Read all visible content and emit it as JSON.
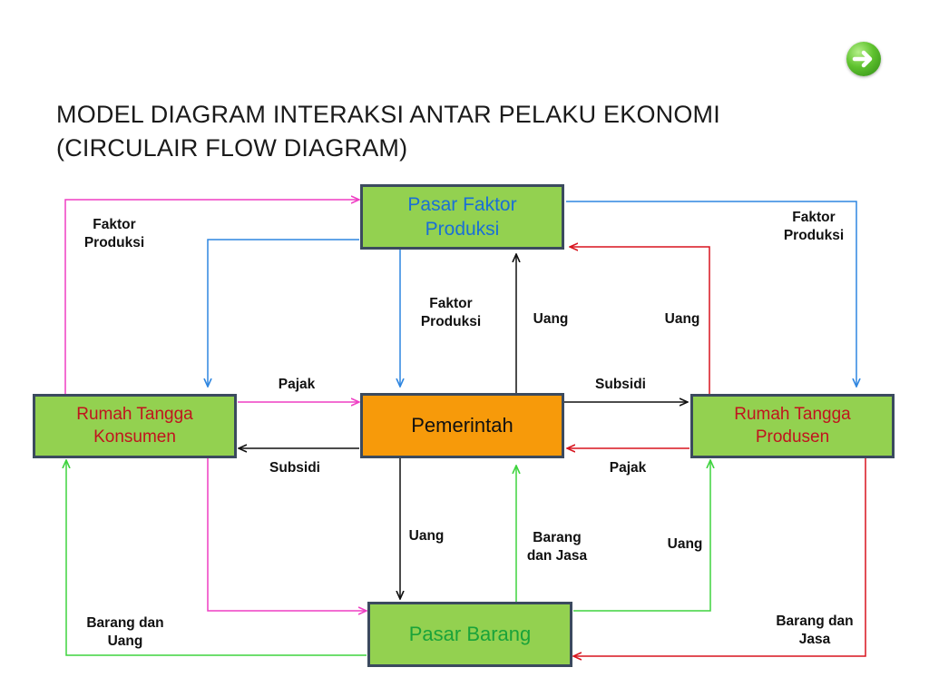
{
  "title": {
    "line1": "MODEL DIAGRAM INTERAKSI ANTAR PELAKU EKONOMI",
    "line2": "(CIRCULAIR FLOW DIAGRAM)"
  },
  "nav": {
    "next_icon": "arrow-right-icon"
  },
  "colors": {
    "box_green": "#93d150",
    "box_orange": "#f79a0a",
    "blue_text": "#1a6fd6",
    "red_text": "#c0141e",
    "green_text": "#1aa33a",
    "pink": "#ef3fc4",
    "blue": "#2f86e0",
    "red": "#d8141e",
    "green": "#3ed33e",
    "black": "#111111"
  },
  "nodes": {
    "pasar_faktor": "Pasar Faktor\nProduksi",
    "rumah_konsumen": "Rumah Tangga\nKonsumen",
    "pemerintah": "Pemerintah",
    "rumah_produsen": "Rumah Tangga\nProdusen",
    "pasar_barang": "Pasar Barang"
  },
  "labels": {
    "faktor_produksi_left": "Faktor\nProduksi",
    "faktor_produksi_right": "Faktor\nProduksi",
    "faktor_produksi_center": "Faktor\nProduksi",
    "uang_center_top": "Uang",
    "uang_right_top": "Uang",
    "pajak_left": "Pajak",
    "subsidi_right": "Subsidi",
    "subsidi_left": "Subsidi",
    "pajak_right": "Pajak",
    "uang_center_bottom": "Uang",
    "barang_dan_jasa_center": "Barang\ndan Jasa",
    "uang_right_bottom": "Uang",
    "barang_dan_uang_left": "Barang dan\nUang",
    "barang_dan_jasa_right": "Barang dan\nJasa"
  }
}
